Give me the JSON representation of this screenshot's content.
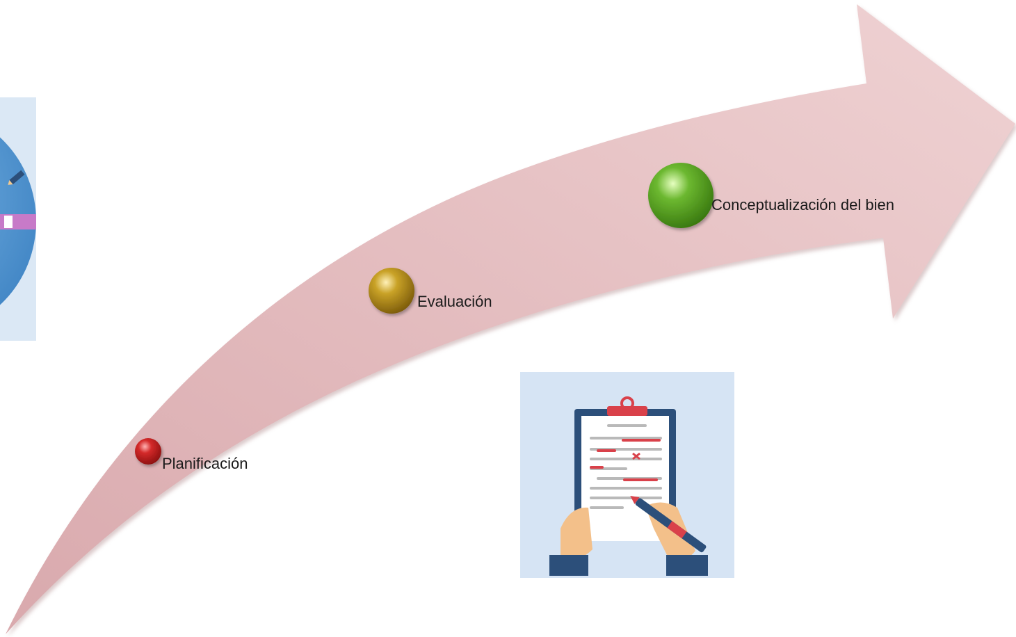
{
  "diagram": {
    "steps": [
      {
        "label": "Planificación",
        "marker_color": "#d42a2a"
      },
      {
        "label": "Evaluación",
        "marker_color": "#c9a227"
      },
      {
        "label": "Conceptualización del bien",
        "marker_color": "#6cb830"
      }
    ],
    "arrow_color": "#e8c5c7",
    "decorations": {
      "left_image": "globe-pencil-illustration",
      "bottom_image": "clipboard-checklist-illustration"
    }
  }
}
